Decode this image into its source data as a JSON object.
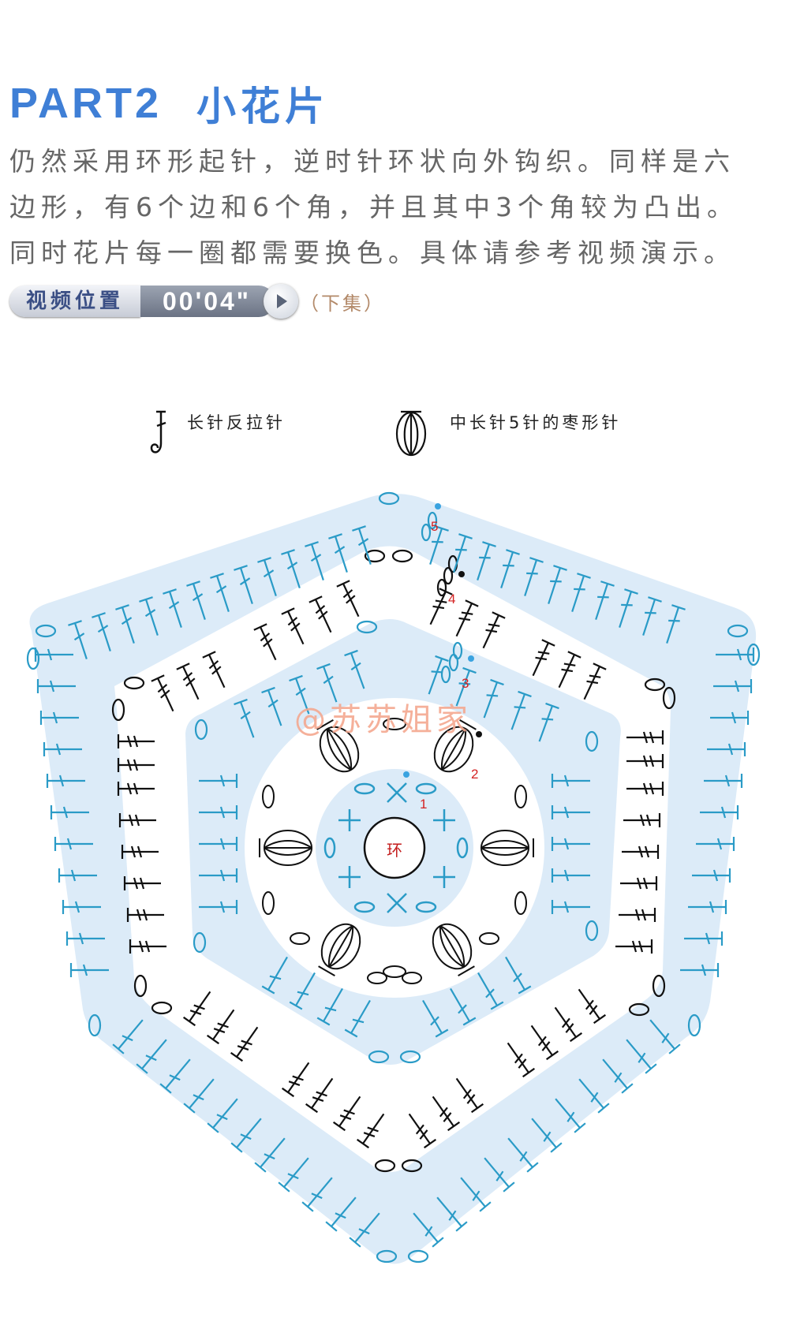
{
  "header": {
    "part_label": "PART2",
    "title": "小花片"
  },
  "description": [
    "仍然采用环形起针，逆时针环状向外钩织。同样是六",
    "边形，有6个边和6个角，并且其中3个角较为凸出。",
    "同时花片每一圈都需要换色。具体请参考视频演示。"
  ],
  "video": {
    "label": "视频位置",
    "time": "00'04\"",
    "volume": "（下集）"
  },
  "legend": [
    {
      "icon": "back-post-double-crochet-icon",
      "label": "长针反拉针"
    },
    {
      "icon": "puff-stitch-icon",
      "label": "中长针5针的枣形针"
    }
  ],
  "diagram": {
    "center_label": "环",
    "round_numbers": [
      "1",
      "2",
      "3",
      "4",
      "5"
    ],
    "watermark": "@苏苏姐家",
    "colors": {
      "light_blue": "#dcebf8",
      "stitch_blue": "#2a9bc7",
      "black": "#111111",
      "red": "#d42222",
      "dot_blue": "#3aa3e0"
    }
  }
}
